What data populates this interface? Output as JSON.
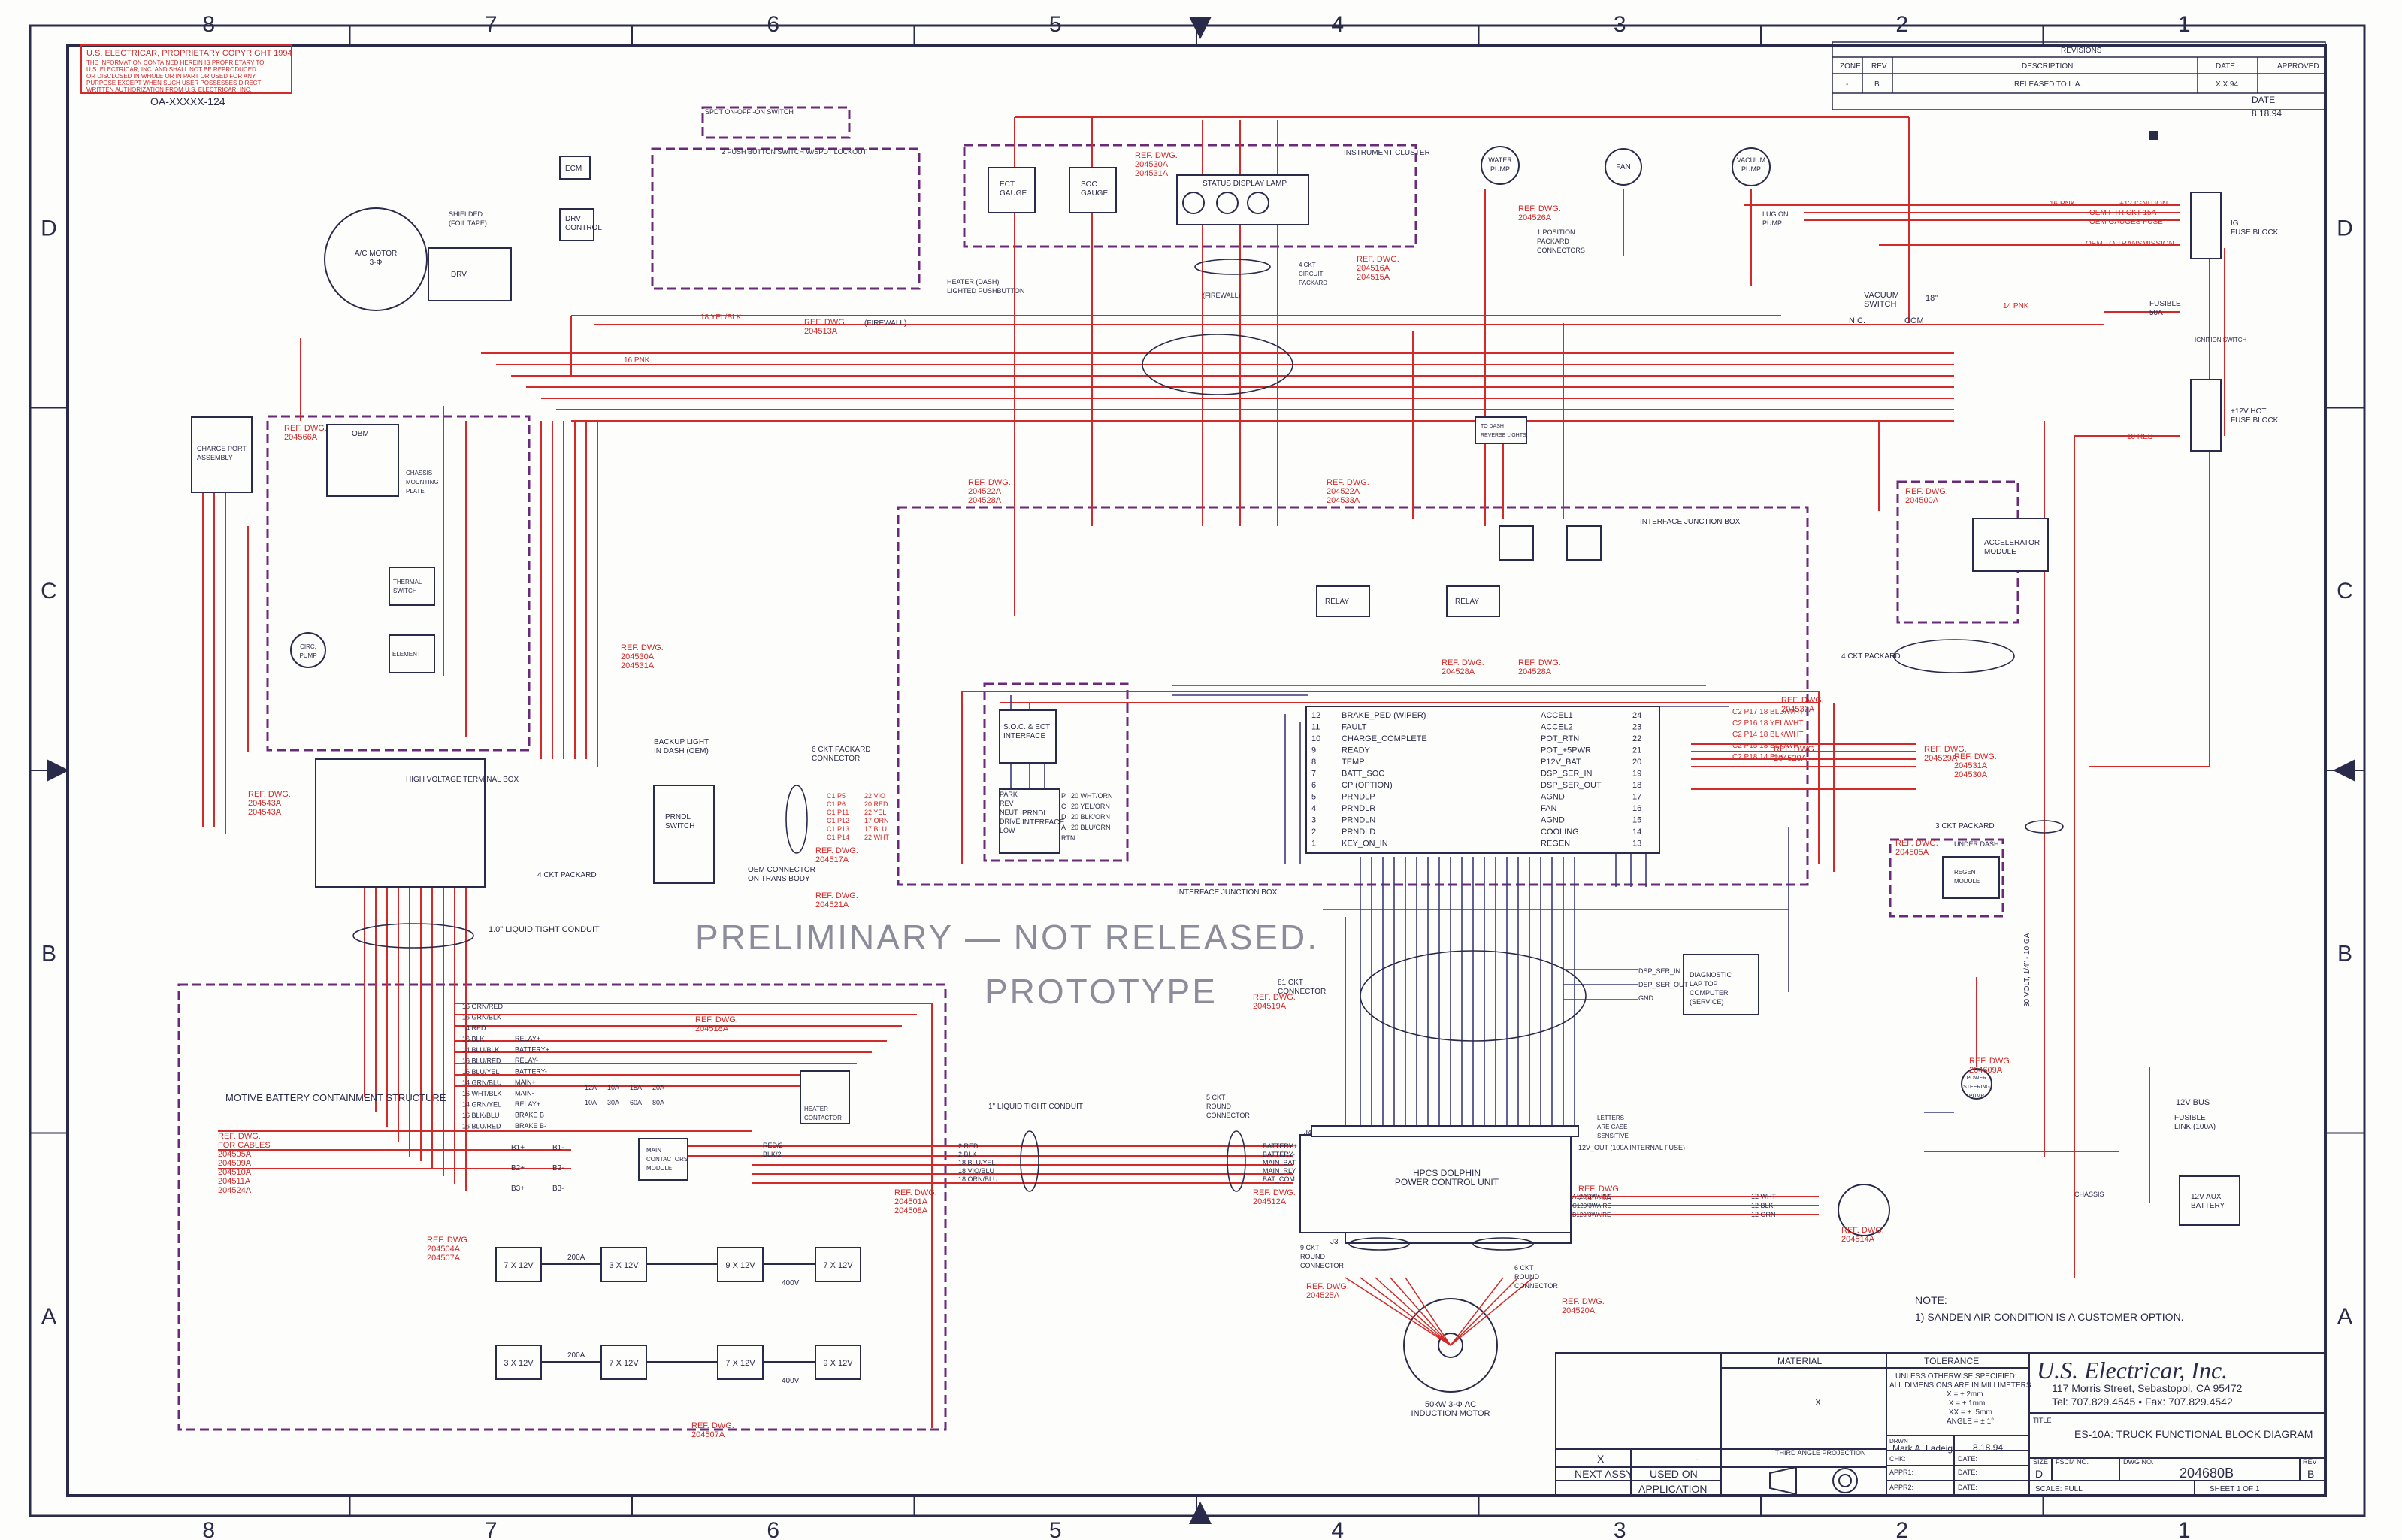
{
  "border": {
    "top_zones": [
      "8",
      "7",
      "6",
      "5",
      "4",
      "3",
      "2",
      "1"
    ],
    "side_zones": [
      "D",
      "C",
      "B",
      "A"
    ]
  },
  "copyright": {
    "heading": "U.S. ELECTRICAR, PROPRIETARY COPYRIGHT 1994",
    "lines": [
      "THE INFORMATION CONTAINED HEREIN IS PROPRIETARY TO",
      "U.S. ELECTRICAR, INC. AND SHALL NOT BE REPRODUCED",
      "OR DISCLOSED IN WHOLE OR IN PART OR USED FOR ANY",
      "PURPOSE EXCEPT WHEN SUCH USER POSSESSES DIRECT",
      "WRITTEN AUTHORIZATION FROM U.S. ELECTRICAR, INC."
    ],
    "doc_no": "OA-XXXXX-124"
  },
  "revisions": {
    "title": "REVISIONS",
    "headers": [
      "ZONE",
      "REV",
      "DESCRIPTION",
      "DATE",
      "APPROVED"
    ],
    "row": [
      "-",
      "B",
      "RELEASED TO L.A.",
      "X.X.94",
      ""
    ],
    "date_label": "DATE",
    "date_value": "8.18.94"
  },
  "watermark": {
    "line1": "PRELIMINARY — NOT RELEASED.",
    "line2": "PROTOTYPE"
  },
  "components": {
    "ac_motor": "A/C MOTOR\n3-Φ",
    "drv": "DRV",
    "ecm": "ECM",
    "drv_ctrl": "DRV\nCONTROL",
    "shielded": "SHIELDED\n(FOIL TAPE)",
    "spdt": "SPDT ON-OFF -ON SWITCH",
    "push_btn": "2 PUSH BUTTON SWITCH W/SPDT LOCKOUT",
    "heater_btn": "HEATER (DASH)\nLIGHTED PUSHBUTTON",
    "ect_gauge": "ECT\nGAUGE",
    "soc_gauge": "SOC\nGAUGE",
    "status_lamp": "STATUS DISPLAY LAMP",
    "instrument_cluster": "INSTRUMENT CLUSTER",
    "fault": "FAULT",
    "ready": "READY",
    "charge_complete": "CHARGE\nCOMPLETE",
    "water_pump": "WATER\nPUMP",
    "fan": "FAN",
    "vacuum_pump": "VACUUM\nPUMP",
    "lug_pump": "LUG ON\nPUMP",
    "position_connectors": "1 POSITION\nPACKARD\nCONNECTORS",
    "circuit_4": "4 CKT\nCIRCUIT\nPACKARD",
    "charge_port": "CHARGE PORT\nASSEMBLY",
    "obm": "OBM",
    "chassis_plate": "CHASSIS\nMOUNTING\nPLATE",
    "thermal_switch": "THERMAL\nSWITCH",
    "element": "ELEMENT",
    "circ_pump": "CIRC.\nPUMP",
    "hv_terminal_box": "HIGH VOLTAGE TERMINAL BOX",
    "backup_light": "BACKUP LIGHT\nIN DASH (OEM)",
    "prndl_switch": "PRNDL\nSWITCH",
    "ckt_packard_6": "6 CKT PACKARD\nCONNECTOR",
    "oem_connector": "OEM CONNECTOR\nON TRANS BODY",
    "soc_ect_interface": "S.O.C. & ECT\nINTERFACE",
    "prndl_interface": "PRNDL\nINTERFACE",
    "relay": "RELAY",
    "interface_jb": "INTERFACE JUNCTION BOX",
    "to_dash_lights": "TO DASH\nREVERSE LIGHTS",
    "ig_fuse": "IG\nFUSE BLOCK",
    "hot_fuse": "+12V HOT\nFUSE BLOCK",
    "ignition_switch": "IGNITION SWITCH",
    "vacuum_switch": "VACUUM\nSWITCH",
    "fusible_50a": "FUSIBLE\n50A",
    "accel_module": "ACCELERATOR\nMODULE",
    "ckt_packard_4": "4 CKT PACKARD",
    "ckt_packard_3": "3 CKT PACKARD",
    "regen_module": "REGEN\nMODULE",
    "under_dash": "UNDER DASH",
    "diagnostic": "DIAGNOSTIC\nLAP TOP\nCOMPUTER\n(SERVICE)",
    "power_steering": "POWER\nSTEERING\nPUMP",
    "chassis": "CHASSIS",
    "bus_12v": "12V BUS",
    "fusible_link": "FUSIBLE\nLINK (100A)",
    "aux_battery": "12V AUX\nBATTERY",
    "liquid_tight_top": "1.0\" LIQUID TIGHT CONDUIT",
    "ckt_packard_left": "4 CKT PACKARD",
    "motive_battery": "MOTIVE BATTERY CONTAINMENT STRUCTURE",
    "main_contactors": "MAIN\nCONTACTORS\nMODULE",
    "heater_contactor": "HEATER\nCONTACTOR",
    "liquid_tight_mid": "1\" LIQUID TIGHT CONDUIT",
    "round_connector": "5 CKT\nROUND\nCONNECTOR",
    "ckt_connector_81": "81 CKT\nCONNECTOR",
    "hpcs": "HPCS DOLPHIN\nPOWER CONTROL UNIT",
    "letters": "LETTERS\nARE CASE\nSENSITIVE",
    "ckt_round_9": "9 CKT\nROUND\nCONNECTOR",
    "ckt_round_6": "6 CKT\nROUND\nCONNECTOR",
    "motor": "50kW 3-Φ AC\nINDUCTION MOTOR",
    "conn_j4": "J4",
    "conn_j3": "J3",
    "batt_pack": [
      "7 X 12V",
      "3 X 12V",
      "9 X 12V",
      "7 X 12V"
    ],
    "batt_pack_low": [
      "3 X 12V",
      "7 X 12V",
      "7 X 12V",
      "9 X 12V"
    ],
    "fuse_200a": "200A",
    "fuse_400v": "400V",
    "switch_30v": "30 VOLT, 1/4\" - 10 GA"
  },
  "refs": [
    "REF. DWG.\n204513A",
    "REF. DWG.\n204530A\n204531A",
    "REF. DWG.\n204516A\n204515A",
    "REF. DWG.\n204526A",
    "REF. DWG.\n204566A",
    "REF. DWG.\n204530A\n204531A",
    "REF. DWG.\n204528A",
    "REF. DWG.\n204522A\n204528A",
    "REF. DWG.\n204522A\n204533A",
    "REF. DWG.\n204528A",
    "REF. DWG.\n204529A",
    "REF. DWG.\n204500A",
    "REF. DWG.\n204517A",
    "REF. DWG.\n204521A",
    "REF. DWG.\n204532A",
    "REF. DWG.\n204529A",
    "REF. DWG.\n204531A\n204530A",
    "REF. DWG.\n204505A",
    "REF. DWG.\n204543A\n204543A",
    "REF. DWG.\n204518A",
    "REF. DWG.\n204501A\n204508A",
    "REF. DWG.\n204512A",
    "REF. DWG.\n204519A",
    "REF. DWG.\n204514A",
    "REF. DWG.\n204525A",
    "REF. DWG.\n204520A",
    "REF. DWG.\n204504A\n204507A",
    "REF. DWG.\n204609A",
    "REF. DWG.\n204514A",
    "REF. DWG.\n204507A",
    "REF. DWG.\nFOR CABLES\n204505A\n204509A\n204510A\n204511A\n204524A"
  ],
  "ignition": {
    "pnk": "16 PNK",
    "ign": "+12 IGNITION",
    "oem1": "OEM HTR CKT 15A",
    "oem2": "OEM GAUGES FUSE",
    "trans": "OEM TO TRANSMISSION",
    "firewall": "(FIREWALL)",
    "wire_14pnk": "14 PNK",
    "wire_10red": "10 RED",
    "wire_16pnk": "16 PNK",
    "wire_yel": "18 YEL/BLK",
    "nc": "N.C.",
    "com": "COM",
    "inch": "18\""
  },
  "interface_pins_left": [
    {
      "n": "12",
      "label": "BRAKE_PED",
      "note": "(WIPER)"
    },
    {
      "n": "11",
      "label": "FAULT",
      "note": ""
    },
    {
      "n": "10",
      "label": "CHARGE_COMPLETE",
      "note": ""
    },
    {
      "n": "9",
      "label": "READY",
      "note": ""
    },
    {
      "n": "8",
      "label": "TEMP",
      "note": ""
    },
    {
      "n": "7",
      "label": "BATT_SOC",
      "note": ""
    },
    {
      "n": "6",
      "label": "CP",
      "note": "(OPTION)"
    },
    {
      "n": "5",
      "label": "PRNDLP",
      "note": ""
    },
    {
      "n": "4",
      "label": "PRNDLR",
      "note": ""
    },
    {
      "n": "3",
      "label": "PRNDLN",
      "note": ""
    },
    {
      "n": "2",
      "label": "PRNDLD",
      "note": ""
    },
    {
      "n": "1",
      "label": "KEY_ON_IN",
      "note": ""
    }
  ],
  "interface_pins_right": [
    {
      "n": "24",
      "label": "ACCEL1"
    },
    {
      "n": "23",
      "label": "ACCEL2"
    },
    {
      "n": "22",
      "label": "POT_RTN"
    },
    {
      "n": "21",
      "label": "POT_+5PWR"
    },
    {
      "n": "20",
      "label": "P12V_BAT"
    },
    {
      "n": "19",
      "label": "DSP_SER_IN"
    },
    {
      "n": "18",
      "label": "DSP_SER_OUT"
    },
    {
      "n": "17",
      "label": "AGND"
    },
    {
      "n": "16",
      "label": "FAN"
    },
    {
      "n": "15",
      "label": "AGND"
    },
    {
      "n": "14",
      "label": "COOLING"
    },
    {
      "n": "13",
      "label": "REGEN"
    }
  ],
  "packard_wires": [
    {
      "pin": "C1 P5",
      "wire": "22 VIO"
    },
    {
      "pin": "C1 P6",
      "wire": "20 RED"
    },
    {
      "pin": "C1 P11",
      "wire": "22 YEL"
    },
    {
      "pin": "C1 P12",
      "wire": "17 ORN"
    },
    {
      "pin": "C1 P13",
      "wire": "17 BLU"
    },
    {
      "pin": "C1 P14",
      "wire": "22 WHT"
    }
  ],
  "prndl_labels": [
    "PARK",
    "REV",
    "NEUT",
    "DRIVE",
    "LOW"
  ],
  "prndl_wires": [
    "20 WHT/ORN",
    "20 YEL/ORN",
    "20 BLK/ORN",
    "20 BLU/ORN"
  ],
  "prndl_pins": [
    "P",
    "C",
    "D",
    "A",
    "RTN"
  ],
  "accel_wires": [
    "C2 P17  18 BLU/WHT",
    "C2 P16  18 YEL/WHT",
    "C2 P14  18 BLK/WHT",
    "C2 P15  18 BLK/WHT",
    "C2 P18  14 BLK"
  ],
  "diag_pins": [
    "DSP_SER_IN",
    "DSP_SER_OUT",
    "GND"
  ],
  "hpcs_pins": [
    "BATTERY+",
    "BATTERY-",
    "MAIN_BAT",
    "MAIN_RLY",
    "BAT_COM"
  ],
  "hpcs_left_wires": [
    "2 RED",
    "2 BLK",
    "18 BLU/YEL",
    "18 VIO/BLU",
    "18 ORN/BLU"
  ],
  "motor_out_wires": [
    "A120/3WAIRE",
    "C120/3WAIRE",
    "B120/3WAIRE"
  ],
  "motor_out_color": [
    "12 WHT",
    "12 BLK",
    "12 ORN"
  ],
  "bus_wire": "12V_OUT (100A INTERNAL FUSE)",
  "battery_wires": [
    "16 ORN/RED",
    "16 GRN/BLK",
    "14 RED",
    "16 BLK",
    "14 BLU/BLK",
    "16 BLU/RED",
    "16 BLU/YEL",
    "14 GRN/BLU",
    "16 WHT/BLK",
    "14 GRN/YEL",
    "16 BLK/BLU",
    "16 BLU/RED"
  ],
  "battery_pins": [
    "RELAY+",
    "BATTERY+",
    "RELAY-",
    "BATTERY-",
    "MAIN+",
    "MAIN-",
    "RELAY+",
    "BRAKE B+",
    "BRAKE B-"
  ],
  "battery_terms": [
    "B1+",
    "B1-",
    "B2+",
    "B2-",
    "B3+",
    "B3-"
  ],
  "fuse_amps": [
    "12A",
    "10A",
    "15A",
    "20A",
    "10A",
    "30A",
    "60A",
    "80A"
  ],
  "contactor_wires": [
    "RED/2",
    "BLK/2"
  ],
  "note": {
    "label": "NOTE:",
    "text": "1) SANDEN AIR CONDITION IS A CUSTOMER OPTION."
  },
  "title_block": {
    "material": "MATERIAL",
    "tolerance": "TOLERANCE",
    "unless": "UNLESS OTHERWISE SPECIFIED:",
    "all_dims": "ALL DIMENSIONS ARE IN MILLIMETERS",
    "tol1": "X  = ± 2mm",
    "tol2": ".X  = ± 1mm",
    "tol3": ".XX = ± .5mm",
    "tol4": "ANGLE = ± 1°",
    "material_value": "X",
    "company": "U.S. Electricar, Inc.",
    "address": "117 Morris Street, Sebastopol, CA 95472",
    "phone": "Tel: 707.829.4545 • Fax: 707.829.4542",
    "title_label": "TITLE",
    "title": "ES-10A: TRUCK FUNCTIONAL BLOCK DIAGRAM",
    "drawn_label": "DRWN",
    "drawn": "Mark A. Ladeig",
    "drawn_date": "8.18.94",
    "chk": "CHK:",
    "appr1": "APPR1:",
    "appr2": "APPR2:",
    "date": "DATE:",
    "size_label": "SIZE",
    "size": "D",
    "fscm_label": "FSCM NO.",
    "dwg_label": "DWG NO.",
    "dwg": "204680B",
    "rev_label": "REV",
    "rev": "B",
    "scale": "SCALE: FULL",
    "sheet": "SHEET 1 OF 1",
    "next_assy": "NEXT ASSY",
    "used_on": "USED ON",
    "application": "APPLICATION",
    "next_assy_val": "X",
    "used_on_val": "-",
    "third_angle": "THIRD ANGLE PROJECTION"
  },
  "colors": {
    "wire_red": "#d02a2a",
    "wire_blue": "#3a3a7a",
    "box_purple": "#6a2a7a",
    "ink": "#2a2a4a",
    "paper": "#fdfdfb"
  }
}
